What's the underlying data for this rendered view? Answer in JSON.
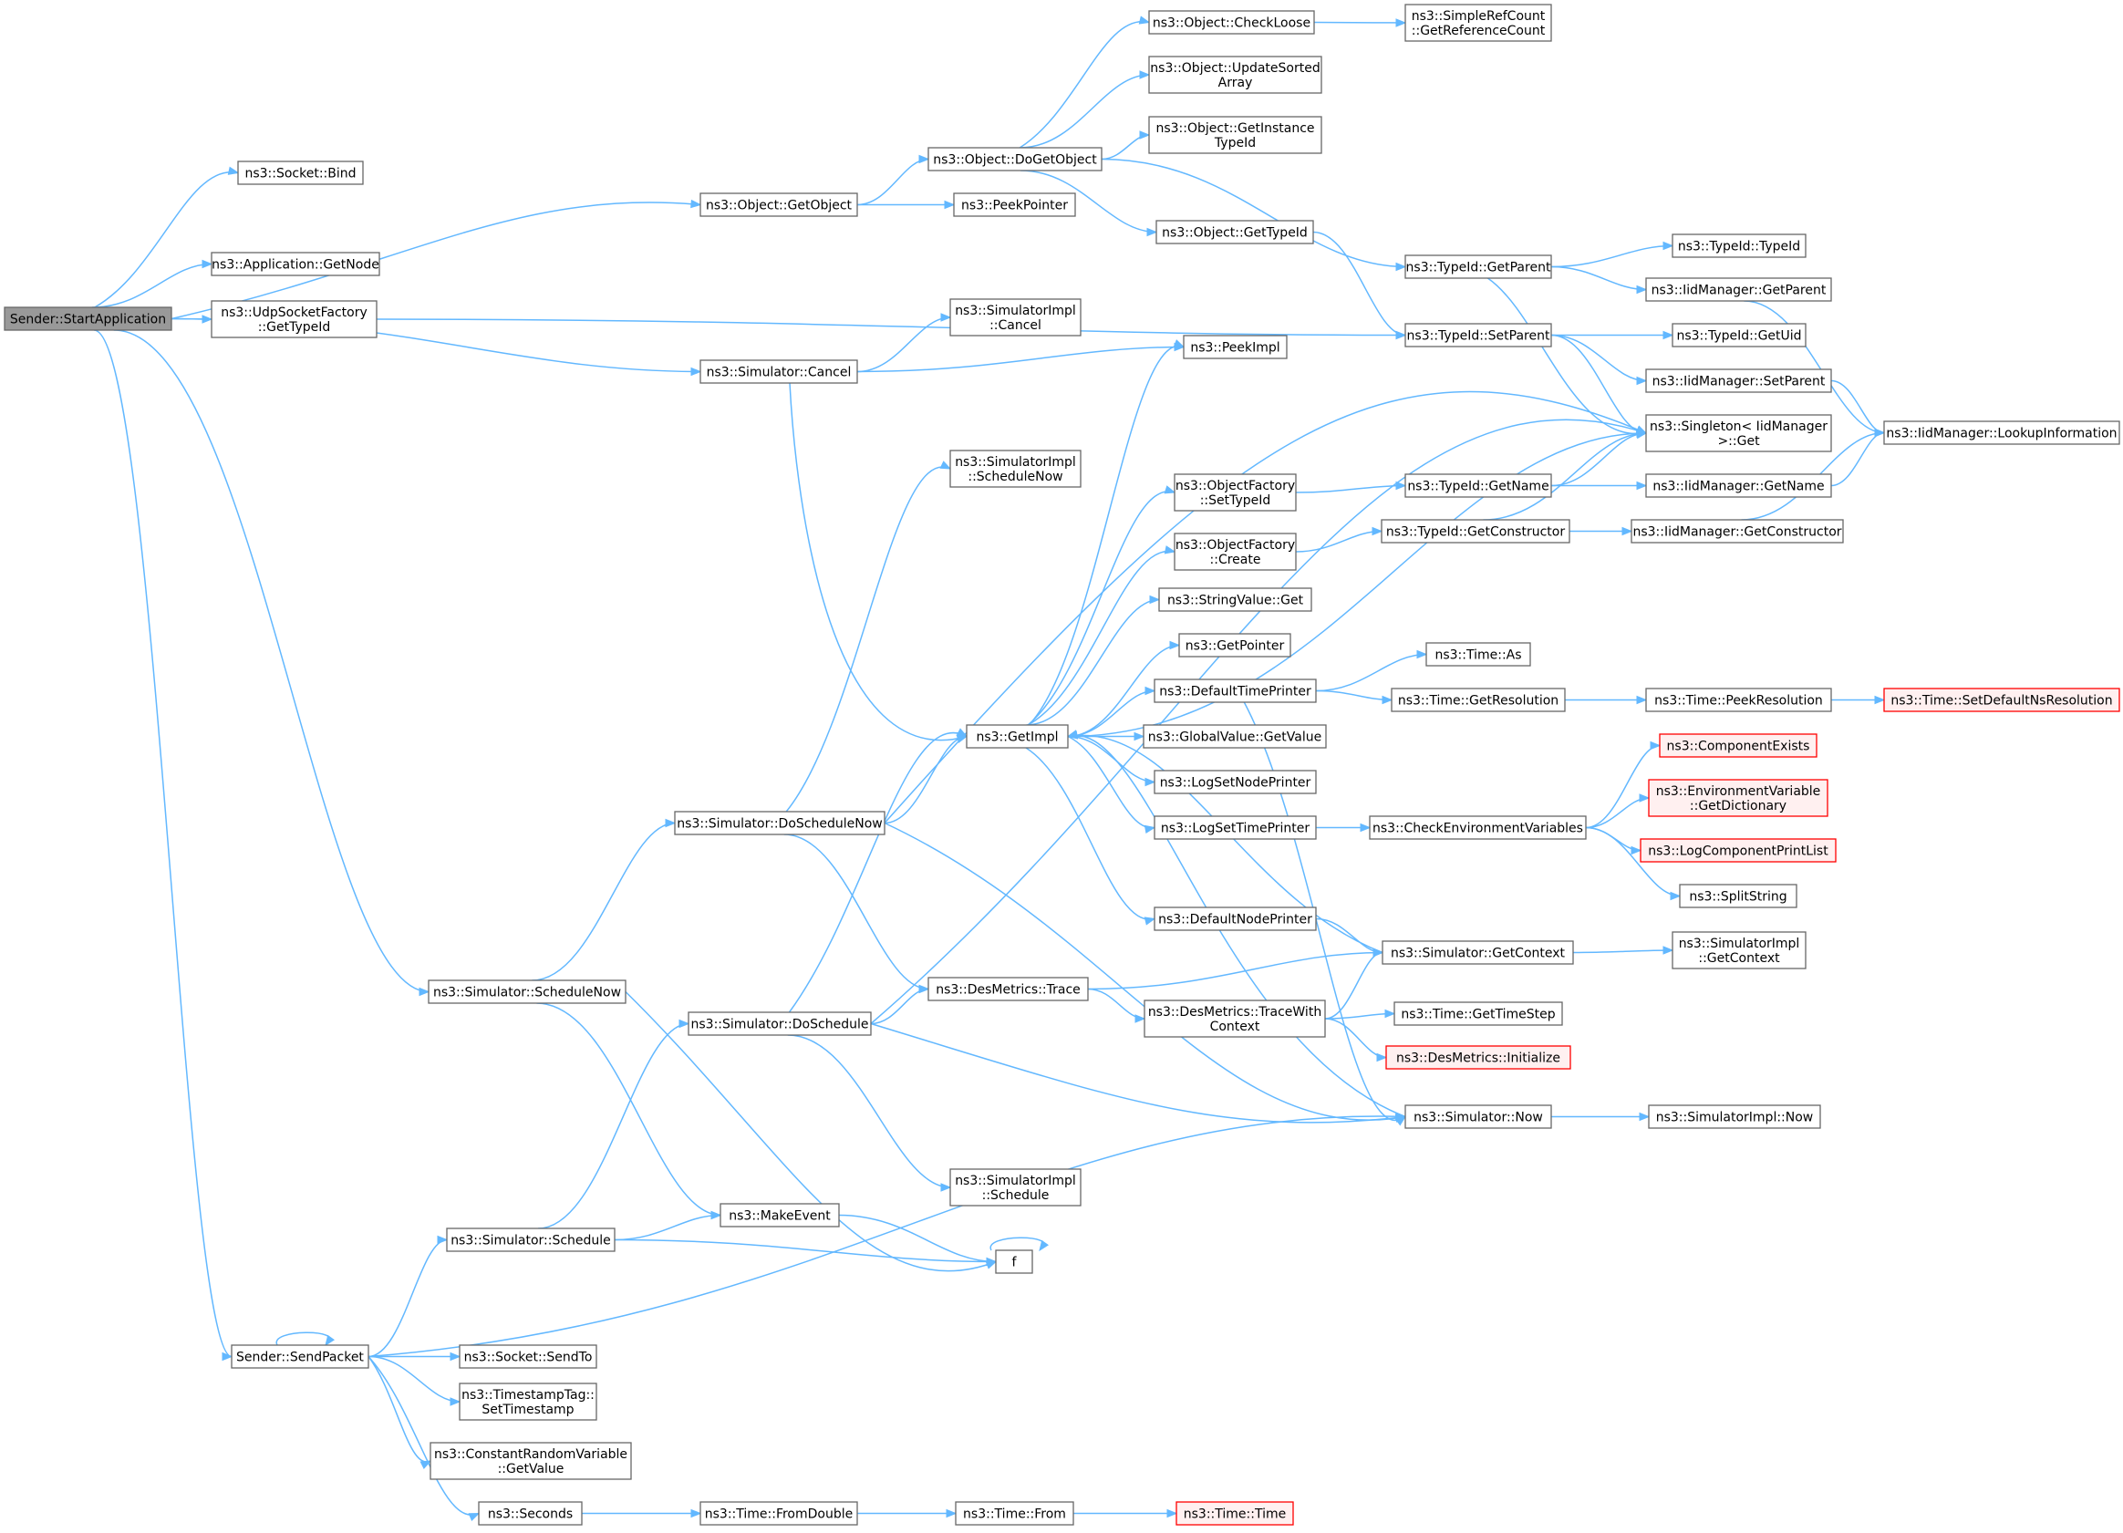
{
  "colors": {
    "edge": "#63b8ff",
    "node_border": "#666666",
    "root_fill": "#999999",
    "highlight_border": "#ff0000",
    "highlight_fill": "#fff0f0"
  },
  "nodes": [
    {
      "id": "start_app",
      "lines": [
        "Sender::StartApplication"
      ],
      "style": "root"
    },
    {
      "id": "socket_bind",
      "lines": [
        "ns3::Socket::Bind"
      ]
    },
    {
      "id": "obj_getobject",
      "lines": [
        "ns3::Object::GetObject"
      ]
    },
    {
      "id": "app_getnode",
      "lines": [
        "ns3::Application::GetNode"
      ]
    },
    {
      "id": "udp_gettypeid",
      "lines": [
        "ns3::UdpSocketFactory",
        "::GetTypeId"
      ]
    },
    {
      "id": "sim_cancel",
      "lines": [
        "ns3::Simulator::Cancel"
      ]
    },
    {
      "id": "sim_schedulenow",
      "lines": [
        "ns3::Simulator::ScheduleNow"
      ]
    },
    {
      "id": "sendpacket",
      "lines": [
        "Sender::SendPacket"
      ]
    },
    {
      "id": "obj_dogetobject",
      "lines": [
        "ns3::Object::DoGetObject"
      ]
    },
    {
      "id": "peekpointer",
      "lines": [
        "ns3::PeekPointer"
      ]
    },
    {
      "id": "obj_checkloose",
      "lines": [
        "ns3::Object::CheckLoose"
      ]
    },
    {
      "id": "simplerefcount",
      "lines": [
        "ns3::SimpleRefCount",
        "::GetReferenceCount"
      ]
    },
    {
      "id": "obj_updatesorted",
      "lines": [
        "ns3::Object::UpdateSorted",
        "Array"
      ]
    },
    {
      "id": "obj_getinstance",
      "lines": [
        "ns3::Object::GetInstance",
        "TypeId"
      ]
    },
    {
      "id": "obj_gettypeid",
      "lines": [
        "ns3::Object::GetTypeId"
      ]
    },
    {
      "id": "typeid_getparent",
      "lines": [
        "ns3::TypeId::GetParent"
      ]
    },
    {
      "id": "typeid_typeid",
      "lines": [
        "ns3::TypeId::TypeId"
      ]
    },
    {
      "id": "iid_getparent",
      "lines": [
        "ns3::IidManager::GetParent"
      ]
    },
    {
      "id": "typeid_setparent",
      "lines": [
        "ns3::TypeId::SetParent"
      ]
    },
    {
      "id": "typeid_getuid",
      "lines": [
        "ns3::TypeId::GetUid"
      ]
    },
    {
      "id": "iid_setparent",
      "lines": [
        "ns3::IidManager::SetParent"
      ]
    },
    {
      "id": "singleton_get",
      "lines": [
        "ns3::Singleton< IidManager",
        " >::Get"
      ]
    },
    {
      "id": "iid_lookup",
      "lines": [
        "ns3::IidManager::LookupInformation"
      ]
    },
    {
      "id": "simimpl_cancel",
      "lines": [
        "ns3::SimulatorImpl",
        "::Cancel"
      ]
    },
    {
      "id": "peekimpl",
      "lines": [
        "ns3::PeekImpl"
      ]
    },
    {
      "id": "simimpl_schedulenow",
      "lines": [
        "ns3::SimulatorImpl",
        "::ScheduleNow"
      ]
    },
    {
      "id": "of_settypeid",
      "lines": [
        "ns3::ObjectFactory",
        "::SetTypeId"
      ]
    },
    {
      "id": "typeid_getname",
      "lines": [
        "ns3::TypeId::GetName"
      ]
    },
    {
      "id": "iid_getname",
      "lines": [
        "ns3::IidManager::GetName"
      ]
    },
    {
      "id": "of_create",
      "lines": [
        "ns3::ObjectFactory",
        "::Create"
      ]
    },
    {
      "id": "typeid_getconstructor",
      "lines": [
        "ns3::TypeId::GetConstructor"
      ]
    },
    {
      "id": "iid_getconstructor",
      "lines": [
        "ns3::IidManager::GetConstructor"
      ]
    },
    {
      "id": "stringvalue_get",
      "lines": [
        "ns3::StringValue::Get"
      ]
    },
    {
      "id": "getpointer",
      "lines": [
        "ns3::GetPointer"
      ]
    },
    {
      "id": "time_as",
      "lines": [
        "ns3::Time::As"
      ]
    },
    {
      "id": "defaulttimeprinter",
      "lines": [
        "ns3::DefaultTimePrinter"
      ]
    },
    {
      "id": "time_getresolution",
      "lines": [
        "ns3::Time::GetResolution"
      ]
    },
    {
      "id": "time_peekresolution",
      "lines": [
        "ns3::Time::PeekResolution"
      ]
    },
    {
      "id": "time_setdefaultns",
      "lines": [
        "ns3::Time::SetDefaultNsResolution"
      ],
      "style": "red"
    },
    {
      "id": "getimpl",
      "lines": [
        "ns3::GetImpl"
      ]
    },
    {
      "id": "globalvalue_getvalue",
      "lines": [
        "ns3::GlobalValue::GetValue"
      ]
    },
    {
      "id": "componentexists",
      "lines": [
        "ns3::ComponentExists"
      ],
      "style": "red"
    },
    {
      "id": "envvar_getdict",
      "lines": [
        "ns3::EnvironmentVariable",
        "::GetDictionary"
      ],
      "style": "red"
    },
    {
      "id": "logsetnodeprinter",
      "lines": [
        "ns3::LogSetNodePrinter"
      ]
    },
    {
      "id": "sim_doschedulenow",
      "lines": [
        "ns3::Simulator::DoScheduleNow"
      ]
    },
    {
      "id": "logsettimeprinter",
      "lines": [
        "ns3::LogSetTimePrinter"
      ]
    },
    {
      "id": "checkenvvars",
      "lines": [
        "ns3::CheckEnvironmentVariables"
      ]
    },
    {
      "id": "logcomponentprintlist",
      "lines": [
        "ns3::LogComponentPrintList"
      ],
      "style": "red"
    },
    {
      "id": "splitstring",
      "lines": [
        "ns3::SplitString"
      ]
    },
    {
      "id": "defaultnodeprinter",
      "lines": [
        "ns3::DefaultNodePrinter"
      ]
    },
    {
      "id": "sim_getcontext",
      "lines": [
        "ns3::Simulator::GetContext"
      ]
    },
    {
      "id": "simimpl_getcontext",
      "lines": [
        "ns3::SimulatorImpl",
        "::GetContext"
      ]
    },
    {
      "id": "desmetrics_trace",
      "lines": [
        "ns3::DesMetrics::Trace"
      ]
    },
    {
      "id": "sim_doschedule",
      "lines": [
        "ns3::Simulator::DoSchedule"
      ]
    },
    {
      "id": "desmetrics_tracewithcontext",
      "lines": [
        "ns3::DesMetrics::TraceWith",
        "Context"
      ]
    },
    {
      "id": "time_gettimestep",
      "lines": [
        "ns3::Time::GetTimeStep"
      ]
    },
    {
      "id": "desmetrics_initialize",
      "lines": [
        "ns3::DesMetrics::Initialize"
      ],
      "style": "red"
    },
    {
      "id": "sim_now",
      "lines": [
        "ns3::Simulator::Now"
      ]
    },
    {
      "id": "simimpl_now",
      "lines": [
        "ns3::SimulatorImpl::Now"
      ]
    },
    {
      "id": "simimpl_schedule",
      "lines": [
        "ns3::SimulatorImpl",
        "::Schedule"
      ]
    },
    {
      "id": "sim_schedule",
      "lines": [
        "ns3::Simulator::Schedule"
      ]
    },
    {
      "id": "makeevent",
      "lines": [
        "ns3::MakeEvent"
      ]
    },
    {
      "id": "f",
      "lines": [
        "f"
      ]
    },
    {
      "id": "socket_sendto",
      "lines": [
        "ns3::Socket::SendTo"
      ]
    },
    {
      "id": "timestamptag_set",
      "lines": [
        "ns3::TimestampTag::",
        "SetTimestamp"
      ]
    },
    {
      "id": "constrv_getvalue",
      "lines": [
        "ns3::ConstantRandomVariable",
        "::GetValue"
      ]
    },
    {
      "id": "seconds",
      "lines": [
        "ns3::Seconds"
      ]
    },
    {
      "id": "time_fromdouble",
      "lines": [
        "ns3::Time::FromDouble"
      ]
    },
    {
      "id": "time_from",
      "lines": [
        "ns3::Time::From"
      ]
    },
    {
      "id": "time_time",
      "lines": [
        "ns3::Time::Time"
      ],
      "style": "red"
    }
  ],
  "edges": [
    [
      "start_app",
      "socket_bind"
    ],
    [
      "start_app",
      "obj_getobject"
    ],
    [
      "start_app",
      "app_getnode"
    ],
    [
      "start_app",
      "udp_gettypeid"
    ],
    [
      "start_app",
      "sim_cancel"
    ],
    [
      "start_app",
      "sim_schedulenow"
    ],
    [
      "start_app",
      "sendpacket"
    ],
    [
      "obj_getobject",
      "obj_dogetobject"
    ],
    [
      "obj_getobject",
      "peekpointer"
    ],
    [
      "obj_dogetobject",
      "obj_checkloose"
    ],
    [
      "obj_dogetobject",
      "obj_updatesorted"
    ],
    [
      "obj_dogetobject",
      "obj_getinstance"
    ],
    [
      "obj_dogetobject",
      "obj_gettypeid"
    ],
    [
      "obj_dogetobject",
      "typeid_getparent"
    ],
    [
      "obj_checkloose",
      "simplerefcount"
    ],
    [
      "obj_gettypeid",
      "typeid_setparent"
    ],
    [
      "typeid_getparent",
      "typeid_typeid"
    ],
    [
      "typeid_getparent",
      "iid_getparent"
    ],
    [
      "typeid_getparent",
      "singleton_get"
    ],
    [
      "iid_getparent",
      "iid_lookup"
    ],
    [
      "udp_gettypeid",
      "typeid_setparent"
    ],
    [
      "typeid_setparent",
      "typeid_getuid"
    ],
    [
      "typeid_setparent",
      "iid_setparent"
    ],
    [
      "typeid_setparent",
      "singleton_get"
    ],
    [
      "iid_setparent",
      "iid_lookup"
    ],
    [
      "sim_cancel",
      "simimpl_cancel"
    ],
    [
      "sim_cancel",
      "peekimpl"
    ],
    [
      "sim_cancel",
      "getimpl"
    ],
    [
      "getimpl",
      "peekimpl"
    ],
    [
      "getimpl",
      "singleton_get"
    ],
    [
      "getimpl",
      "of_settypeid"
    ],
    [
      "getimpl",
      "of_create"
    ],
    [
      "getimpl",
      "stringvalue_get"
    ],
    [
      "getimpl",
      "getpointer"
    ],
    [
      "getimpl",
      "defaulttimeprinter"
    ],
    [
      "getimpl",
      "globalvalue_getvalue"
    ],
    [
      "getimpl",
      "logsetnodeprinter"
    ],
    [
      "getimpl",
      "logsettimeprinter"
    ],
    [
      "getimpl",
      "defaultnodeprinter"
    ],
    [
      "of_settypeid",
      "typeid_getname"
    ],
    [
      "typeid_getname",
      "singleton_get"
    ],
    [
      "typeid_getname",
      "iid_getname"
    ],
    [
      "iid_getname",
      "iid_lookup"
    ],
    [
      "of_create",
      "typeid_getconstructor"
    ],
    [
      "typeid_getconstructor",
      "singleton_get"
    ],
    [
      "typeid_getconstructor",
      "iid_getconstructor"
    ],
    [
      "iid_getconstructor",
      "iid_lookup"
    ],
    [
      "defaulttimeprinter",
      "time_as"
    ],
    [
      "defaulttimeprinter",
      "time_getresolution"
    ],
    [
      "defaulttimeprinter",
      "sim_now"
    ],
    [
      "time_getresolution",
      "time_peekresolution"
    ],
    [
      "time_peekresolution",
      "time_setdefaultns"
    ],
    [
      "logsettimeprinter",
      "checkenvvars"
    ],
    [
      "checkenvvars",
      "componentexists"
    ],
    [
      "checkenvvars",
      "envvar_getdict"
    ],
    [
      "checkenvvars",
      "logcomponentprintlist"
    ],
    [
      "checkenvvars",
      "splitstring"
    ],
    [
      "defaultnodeprinter",
      "sim_getcontext"
    ],
    [
      "sim_getcontext",
      "getimpl"
    ],
    [
      "sim_getcontext",
      "simimpl_getcontext"
    ],
    [
      "sim_schedulenow",
      "sim_doschedulenow"
    ],
    [
      "sim_schedulenow",
      "makeevent"
    ],
    [
      "sim_schedulenow",
      "f"
    ],
    [
      "sim_doschedulenow",
      "singleton_get"
    ],
    [
      "sim_doschedulenow",
      "simimpl_schedulenow"
    ],
    [
      "sim_doschedulenow",
      "getimpl"
    ],
    [
      "sim_doschedulenow",
      "desmetrics_trace"
    ],
    [
      "sim_doschedulenow",
      "sim_now"
    ],
    [
      "desmetrics_trace",
      "sim_getcontext"
    ],
    [
      "desmetrics_trace",
      "desmetrics_tracewithcontext"
    ],
    [
      "desmetrics_tracewithcontext",
      "sim_getcontext"
    ],
    [
      "desmetrics_tracewithcontext",
      "time_gettimestep"
    ],
    [
      "desmetrics_tracewithcontext",
      "desmetrics_initialize"
    ],
    [
      "sim_now",
      "getimpl"
    ],
    [
      "sim_now",
      "simimpl_now"
    ],
    [
      "sim_doschedule",
      "singleton_get"
    ],
    [
      "sim_doschedule",
      "getimpl"
    ],
    [
      "sim_doschedule",
      "desmetrics_trace"
    ],
    [
      "sim_doschedule",
      "sim_now"
    ],
    [
      "sim_doschedule",
      "simimpl_schedule"
    ],
    [
      "sendpacket",
      "sim_schedule"
    ],
    [
      "sendpacket",
      "sendpacket"
    ],
    [
      "sendpacket",
      "sim_now"
    ],
    [
      "sendpacket",
      "socket_sendto"
    ],
    [
      "sendpacket",
      "timestamptag_set"
    ],
    [
      "sendpacket",
      "constrv_getvalue"
    ],
    [
      "sendpacket",
      "seconds"
    ],
    [
      "sim_schedule",
      "sim_doschedule"
    ],
    [
      "sim_schedule",
      "makeevent"
    ],
    [
      "sim_schedule",
      "f"
    ],
    [
      "makeevent",
      "f"
    ],
    [
      "f",
      "f"
    ],
    [
      "seconds",
      "time_fromdouble"
    ],
    [
      "time_fromdouble",
      "time_from"
    ],
    [
      "time_from",
      "time_time"
    ]
  ]
}
